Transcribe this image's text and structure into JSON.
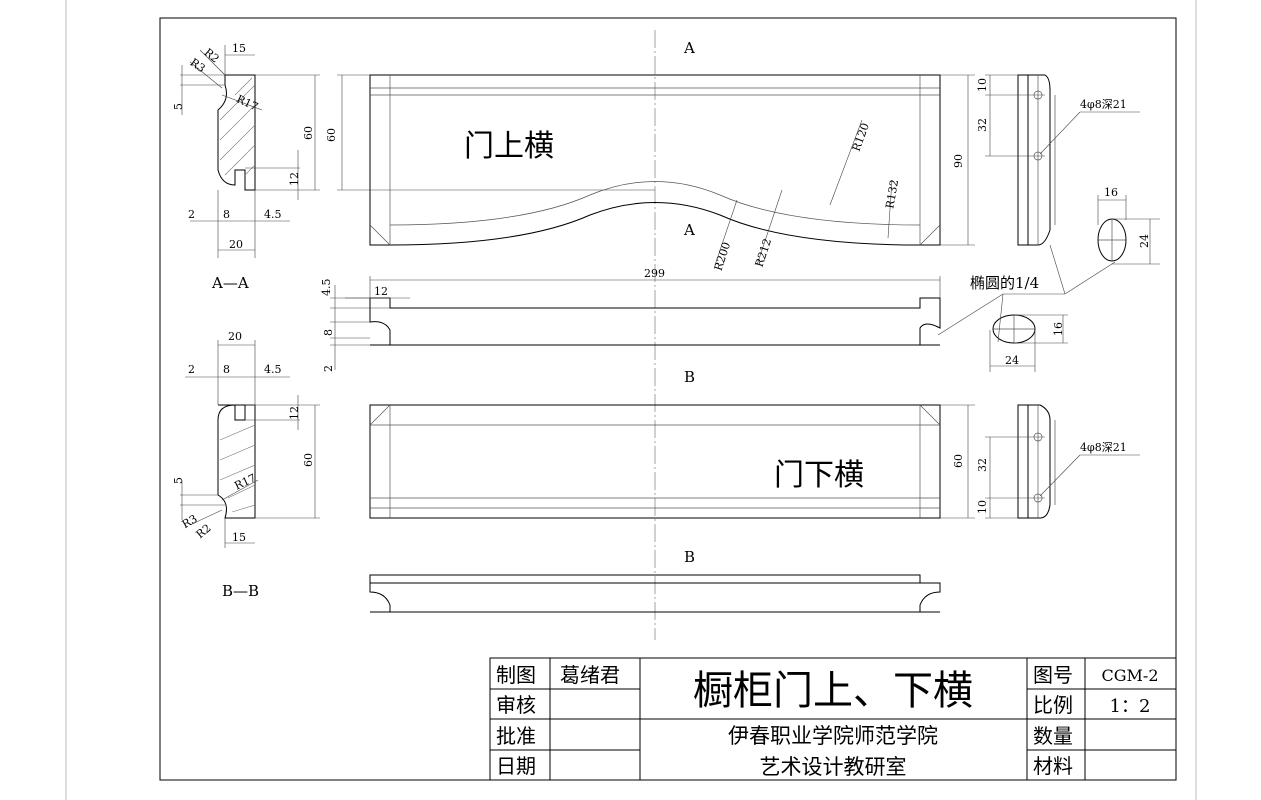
{
  "drawing": {
    "views": {
      "upper_part_label": "门上横",
      "lower_part_label": "门下横",
      "section_a_label": "A",
      "section_b_label": "B",
      "section_aa_title": "A—A",
      "section_bb_title": "B—B",
      "ellipse_note": "椭圆的1/4",
      "hole_note": "4φ8深21"
    },
    "dimensions": {
      "aa": {
        "r2": "R2",
        "r3": "R3",
        "r17": "R17",
        "w15": "15",
        "h5": "5",
        "h60a": "60",
        "h60b": "60",
        "h12": "12",
        "w2": "2",
        "w8": "8",
        "w45": "4.5",
        "w20": "20"
      },
      "top_view": {
        "r120": "R120",
        "r132": "R132",
        "r200": "R200",
        "r212": "R212",
        "h90": "90",
        "len299": "299"
      },
      "side_top": {
        "h10": "10",
        "h32": "32"
      },
      "strip": {
        "h45": "4.5",
        "w12": "12",
        "h8": "8",
        "h2": "2"
      },
      "ellipse_upper": {
        "w16": "16",
        "h24": "24"
      },
      "ellipse_lower": {
        "w24": "24",
        "h16": "16"
      },
      "bb": {
        "w20": "20",
        "w2": "2",
        "w8": "8",
        "w45": "4.5",
        "h12": "12",
        "h60": "60",
        "h5": "5",
        "r17": "R17",
        "r3": "R3",
        "r2": "R2",
        "w15": "15"
      },
      "bottom_view": {
        "h60": "60"
      },
      "side_bottom": {
        "h32": "32",
        "h10": "10"
      }
    }
  },
  "title_block": {
    "drawn_by_label": "制图",
    "drawn_by": "葛绪君",
    "checked_label": "审核",
    "approved_label": "批准",
    "date_label": "日期",
    "title": "橱柜门上、下横",
    "institution": "伊春职业学院师范学院",
    "department": "艺术设计教研室",
    "drawing_no_label": "图号",
    "drawing_no": "CGM-2",
    "scale_label": "比例",
    "scale": "1：2",
    "quantity_label": "数量",
    "material_label": "材料"
  }
}
